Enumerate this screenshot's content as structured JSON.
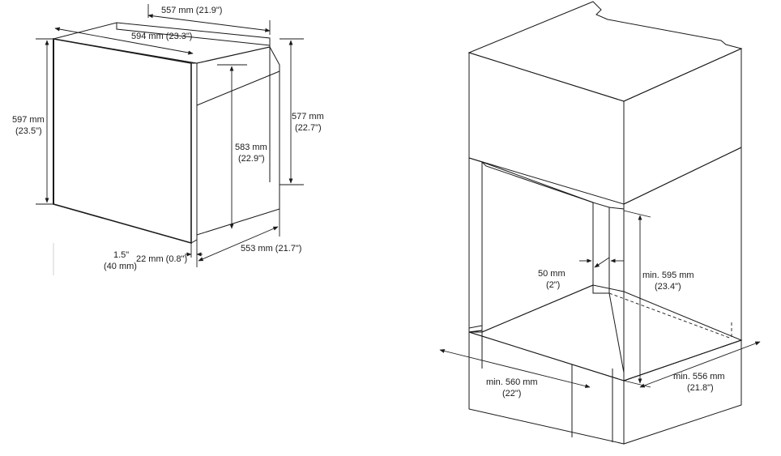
{
  "oven": {
    "width_top": "557 mm (21.9\")",
    "width_front": "594 mm (23.3\")",
    "height_front": [
      "597 mm",
      "(23.5\")"
    ],
    "height_body": [
      "583 mm",
      "(22.9\")"
    ],
    "height_side": [
      "577 mm",
      "(22.7\")"
    ],
    "depth_body": "553 mm (21.7\")",
    "door_thickness": "22 mm (0.8\")",
    "door_offset": [
      "1.5\"",
      "(40 mm)"
    ]
  },
  "cabinet": {
    "vent_gap": [
      "50 mm",
      "(2\")"
    ],
    "min_height": [
      "min. 595 mm",
      "(23.4\")"
    ],
    "min_width": [
      "min. 560 mm",
      "(22\")"
    ],
    "min_depth": [
      "min. 556 mm",
      "(21.8\")"
    ]
  },
  "colors": {
    "cabinet_fill": "#bcbcbc",
    "line": "#1a1a1a"
  }
}
